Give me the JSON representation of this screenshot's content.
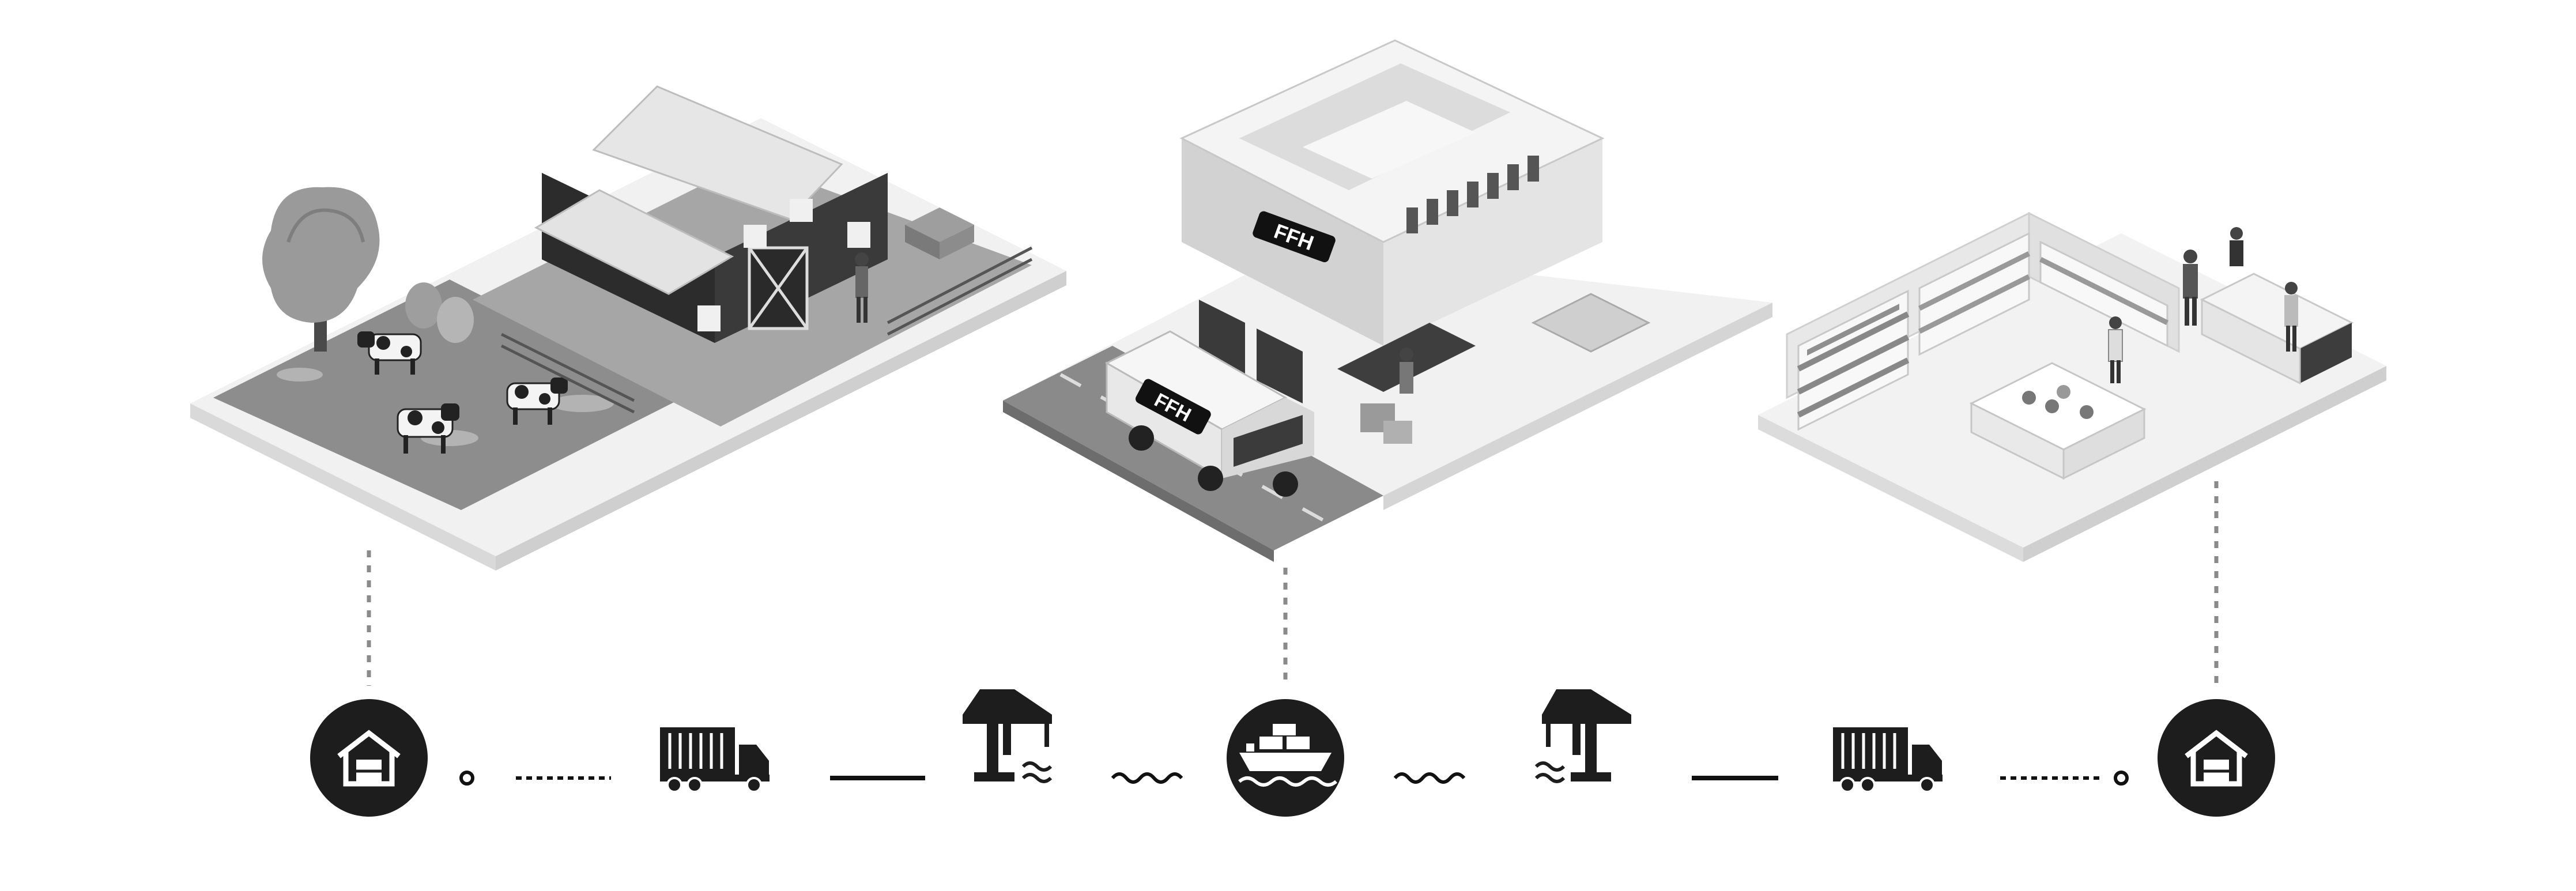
{
  "scenes": [
    {
      "id": "farm",
      "sign_text": ""
    },
    {
      "id": "factory",
      "sign_text": "FFH"
    },
    {
      "id": "store",
      "sign_text": ""
    }
  ],
  "timeline": {
    "stops": [
      {
        "icon": "warehouse-icon"
      },
      {
        "icon": "truck-icon"
      },
      {
        "icon": "port-crane-icon"
      },
      {
        "icon": "cargo-ship-icon"
      },
      {
        "icon": "port-crane-icon"
      },
      {
        "icon": "truck-icon"
      },
      {
        "icon": "warehouse-icon"
      }
    ]
  },
  "colors": {
    "ink": "#1d1d1d",
    "barn": "#3a3a3a",
    "grass": "#8d8d8d",
    "pavement": "#a9a9a9",
    "platform": "#f1f1f1",
    "platform_side": "#d9d9d9",
    "dotted_line": "#8a8a8a"
  }
}
